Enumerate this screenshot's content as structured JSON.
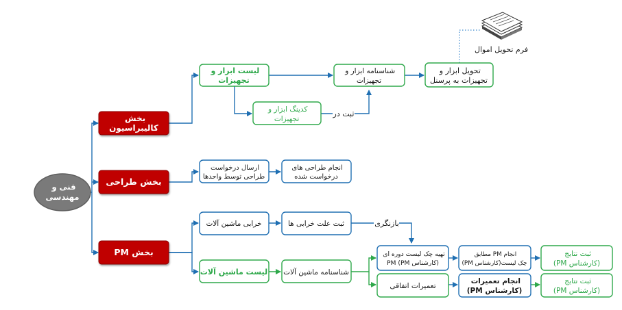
{
  "root": {
    "lines": [
      "فنی و",
      "مهندسی"
    ]
  },
  "departments": {
    "calibration": {
      "lines": [
        "بخش",
        "کالیبراسیون"
      ]
    },
    "design": {
      "lines": [
        "بخش طراحی"
      ]
    },
    "pm": {
      "lines": [
        "بخش PM"
      ]
    }
  },
  "calibration_flow": {
    "equipment_list": {
      "lines": [
        "لیست ابزار و",
        "تجهیزات"
      ]
    },
    "equipment_id": {
      "lines": [
        "شناسنامه ابزار و",
        "تجهیزات"
      ]
    },
    "delivery": {
      "lines": [
        "تحویل ابزار و",
        "تجهیزات به پرسنل"
      ]
    },
    "coding": {
      "lines": [
        "کدینگ ابزار و",
        "تجهیزات"
      ]
    },
    "register_label": "ثبت در",
    "document_label": "فرم تحویل اموال"
  },
  "design_flow": {
    "send_request": {
      "lines": [
        "ارسال درخواست",
        "طراحی توسط واحدها"
      ]
    },
    "do_design": {
      "lines": [
        "انجام طراحی های",
        "درخواست شده"
      ]
    }
  },
  "pm_flow": {
    "breakdown": {
      "lines": [
        "خرابی ماشین آلات"
      ]
    },
    "record_cause": {
      "lines": [
        "ثبت علت خرابی ها"
      ]
    },
    "return_label": "بازنگری",
    "machine_list": {
      "lines": [
        "لیست ماشین آلات"
      ]
    },
    "machine_id": {
      "lines": [
        "شناسنامه ماشین آلات"
      ]
    },
    "prepare_checklist": {
      "lines": [
        "تهیه چک لیست دوره ای",
        "(کارشناس PM) PM"
      ]
    },
    "do_pm": {
      "lines": [
        "انجام PM مطابق",
        "چک لیست(کارشناس PM)"
      ]
    },
    "record_results_1": {
      "lines": [
        "ثبت نتایج",
        "(کارشناس PM)"
      ]
    },
    "emergency_repair": {
      "lines": [
        "تعمیرات اتفاقی"
      ]
    },
    "do_repairs": {
      "lines": [
        "انجام تعمیرات",
        "(کارشناس PM)"
      ]
    },
    "record_results_2": {
      "lines": [
        "ثبت نتایج",
        "(کارشناس PM)"
      ]
    }
  },
  "colors": {
    "root_fill": "#7a7a7a",
    "department_fill": "#c00000",
    "blue": "#1f6fb2",
    "green": "#2ea84a",
    "text": "#1a1a1a",
    "dotted": "#5a9bd5"
  },
  "icons": [
    "document-stack-icon"
  ]
}
